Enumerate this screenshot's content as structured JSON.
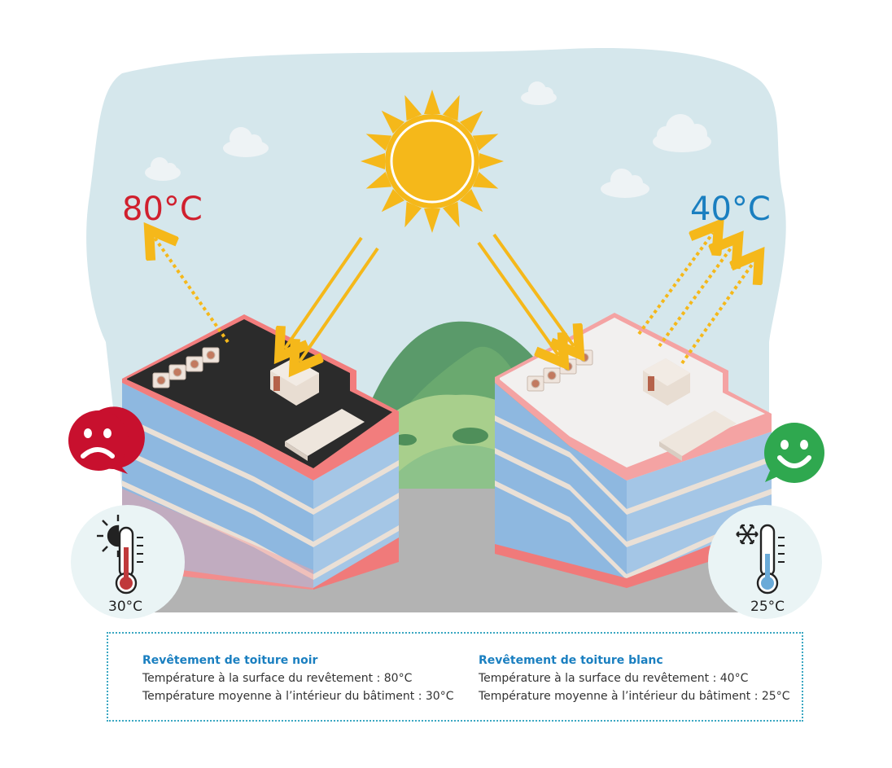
{
  "labels": {
    "black_surface_temp": "80°C",
    "white_surface_temp": "40°C",
    "black_inside_temp": "30°C",
    "white_inside_temp": "25°C"
  },
  "legend": {
    "black": {
      "title": "Revêtement de toiture noir",
      "surface": "Température à la surface du revêtement : 80°C",
      "inside": "Température moyenne à l’intérieur du bâtiment : 30°C"
    },
    "white": {
      "title": "Revêtement de toiture blanc",
      "surface": "Température à la surface du revêtement : 40°C",
      "inside": "Température moyenne à l’intérieur du bâtiment : 25°C"
    }
  },
  "colors": {
    "hot": "#d0202e",
    "cool": "#1a7fc0",
    "sun": "#f5b81a",
    "sky": "#d5e7ec",
    "black_roof": "#2b2b2b",
    "white_roof": "#f2f0ef",
    "sad_face": "#c8102e",
    "happy_face": "#2fa84f"
  },
  "icons": {
    "black": [
      "sun-icon",
      "thermometer-hot-icon",
      "sad-face-icon"
    ],
    "white": [
      "snowflake-icon",
      "thermometer-cold-icon",
      "happy-face-icon"
    ]
  }
}
